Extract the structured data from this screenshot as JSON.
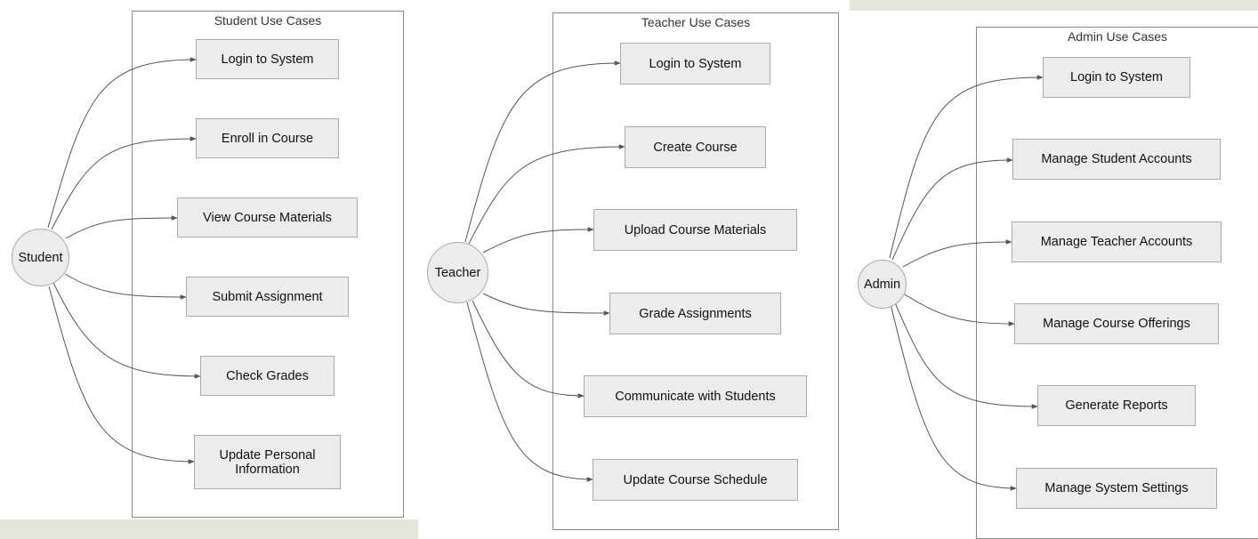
{
  "diagrams": [
    {
      "title": "Student Use Cases",
      "actor": "Student",
      "use_cases": [
        "Login to System",
        "Enroll in Course",
        "View Course Materials",
        "Submit Assignment",
        "Check Grades",
        "Update Personal Information"
      ]
    },
    {
      "title": "Teacher Use Cases",
      "actor": "Teacher",
      "use_cases": [
        "Login to System",
        "Create Course",
        "Upload Course Materials",
        "Grade Assignments",
        "Communicate with Students",
        "Update Course Schedule"
      ]
    },
    {
      "title": "Admin Use Cases",
      "actor": "Admin",
      "use_cases": [
        "Login to System",
        "Manage Student Accounts",
        "Manage Teacher Accounts",
        "Manage Course Offerings",
        "Generate Reports",
        "Manage System Settings"
      ]
    }
  ],
  "colors": {
    "node_fill": "#ececec",
    "node_border": "#aaaaaa",
    "edge": "#555555",
    "background_texture": "#e4e6dc"
  }
}
